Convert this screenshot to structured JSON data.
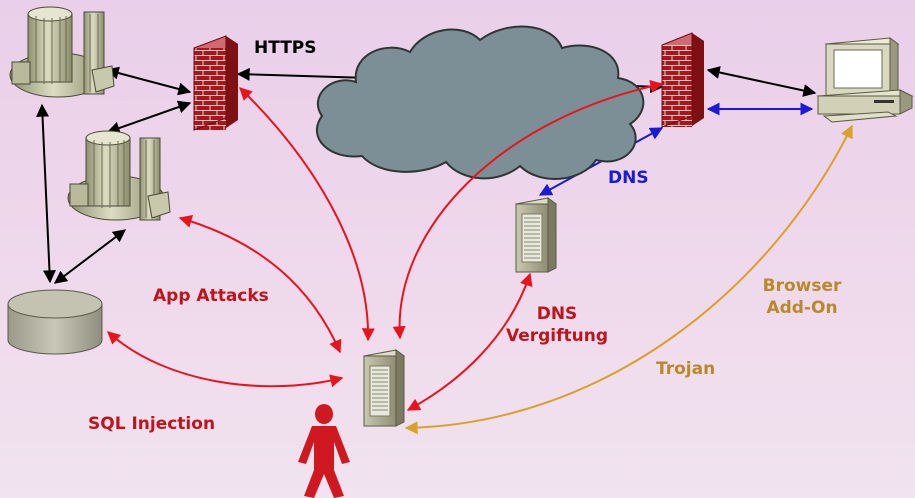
{
  "labels": {
    "https": "HTTPS",
    "dns": "DNS",
    "app_attacks": "App Attacks",
    "sql_injection": "SQL Injection",
    "dns_poisoning_line1": "DNS",
    "dns_poisoning_line2": "Vergiftung",
    "browser_addon_line1": "Browser",
    "browser_addon_line2": "Add-On",
    "trojan": "Trojan"
  },
  "colors": {
    "attack": "#e8141c",
    "dns_link": "#1a1ad8",
    "trojan_link": "#d9a12a",
    "normal_link": "#000000",
    "cloud": "#7d8f96",
    "firewall": "#a8161c",
    "attacker": "#d01820"
  },
  "nodes": {
    "server_farm_top": "server-cluster-icon",
    "server_farm_middle": "server-cluster-icon",
    "database": "database-icon",
    "firewall_left": "firewall-icon",
    "firewall_right": "firewall-icon",
    "internet": "cloud-icon",
    "client": "desktop-computer-icon",
    "dns_server": "tower-server-icon",
    "attacker_server": "tower-server-icon",
    "attacker": "person-icon"
  }
}
